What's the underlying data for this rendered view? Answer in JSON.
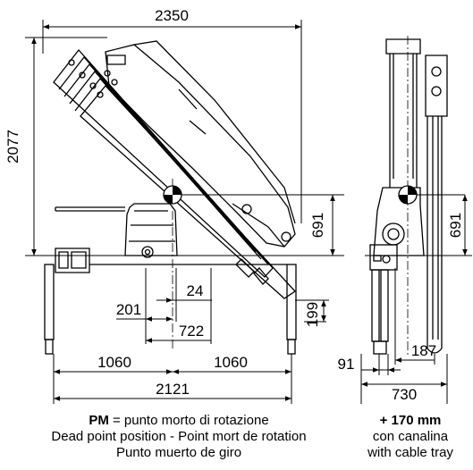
{
  "dimensions": {
    "total_width": "2350",
    "total_height": "2077",
    "pm_height_front": "691",
    "pm_height_side": "691",
    "offset_24": "24",
    "offset_201": "201",
    "offset_722": "722",
    "leg_199": "199",
    "left_1060": "1060",
    "right_1060": "1060",
    "base_2121": "2121",
    "side_187": "187",
    "side_91": "91",
    "side_730": "730"
  },
  "caption_left": {
    "pm_abbr": "PM",
    "line1_rest": " = punto morto di rotazione",
    "line2": "Dead point position - Point mort de rotation",
    "line3": "Punto muerto de giro"
  },
  "caption_right": {
    "line1": "+ 170 mm",
    "line2": "con canalina",
    "line3": "with cable tray"
  }
}
